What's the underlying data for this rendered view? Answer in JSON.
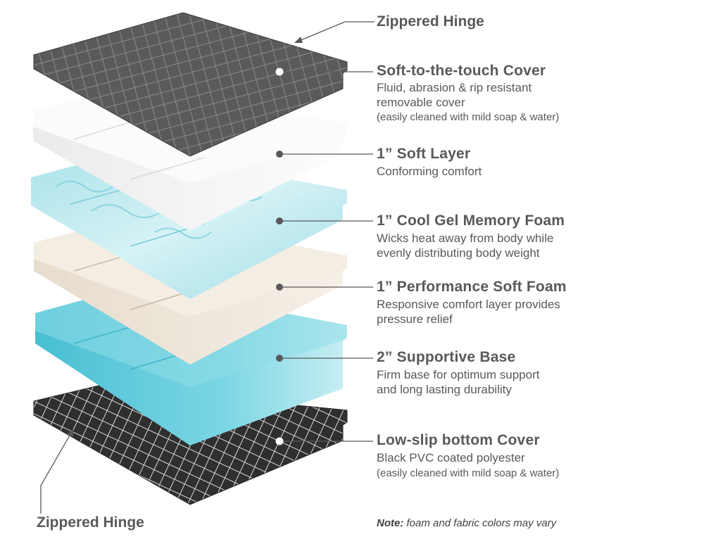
{
  "hinge_labels": {
    "top": "Zippered Hinge",
    "bottom": "Zippered Hinge"
  },
  "layers": [
    {
      "title": "Soft-to-the-touch Cover",
      "desc": [
        "Fluid, abrasion & rip resistant",
        "removable cover"
      ],
      "small": "(easily cleaned with mild soap & water)"
    },
    {
      "title": "1” Soft Layer",
      "desc": [
        "Conforming comfort"
      ]
    },
    {
      "title": "1” Cool Gel Memory Foam",
      "desc": [
        "Wicks heat away from body while",
        "evenly distributing body weight"
      ]
    },
    {
      "title": "1” Performance Soft Foam",
      "desc": [
        "Responsive comfort layer provides",
        "pressure relief"
      ]
    },
    {
      "title": "2” Supportive Base",
      "desc": [
        "Firm base for optimum support",
        "and long lasting durability"
      ]
    },
    {
      "title": "Low-slip bottom Cover",
      "desc": [
        "Black PVC coated polyester"
      ],
      "small": "(easily cleaned with mild soap & water)"
    }
  ],
  "note": {
    "prefix": "Note:",
    "text": " foam and fabric colors may vary"
  },
  "colors": {
    "text": "#58595b",
    "cover_top": "#5a5a5c",
    "soft_layer": "#f7f7f7",
    "gel_foam": "#bfe9ef",
    "performance_foam": "#efe5d8",
    "supportive_base": "#5fc9da",
    "bottom_cover": "#3a3a3b"
  }
}
